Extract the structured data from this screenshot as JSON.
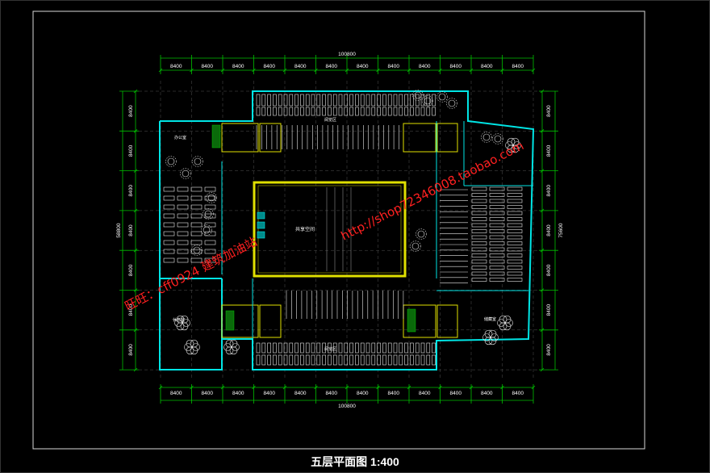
{
  "drawing": {
    "caption": "五层平面图 1:400",
    "top_total": "100800",
    "bottom_total": "100800",
    "top_dims": [
      "8400",
      "8400",
      "8400",
      "8400",
      "8400",
      "8400",
      "8400",
      "8400",
      "8400",
      "8400",
      "8400",
      "8400"
    ],
    "bottom_dims": [
      "8400",
      "8400",
      "8400",
      "8400",
      "8400",
      "8400",
      "8400",
      "8400",
      "8400",
      "8400",
      "8400",
      "8400"
    ],
    "left_dims": [
      "8400",
      "8400",
      "8400",
      "8400",
      "8400",
      "8400",
      "8400"
    ],
    "left_total": "58800",
    "right_dims": [
      "8400",
      "8400",
      "8400",
      "8400",
      "8400",
      "8400",
      "8400"
    ],
    "right_total": "75600",
    "room_labels": {
      "atrium": "共享空间",
      "top_corridor": "阅览区",
      "bottom_corridor": "阅览区",
      "left_top_room": "办公室",
      "left_bottom_room": "休息室",
      "right_bottom_room": "储藏室"
    }
  },
  "watermark": {
    "left_text": "旺旺：cff0924 建筑加油站",
    "right_text": "http://shop72346008.taobao.com"
  },
  "colors": {
    "background": "#000000",
    "wall": "#00e5e5",
    "dimension": "#00c000",
    "furniture": "#ffffff",
    "atrium_frame": "#e0e000",
    "watermark": "#ff2020",
    "caption": "#ffffff"
  }
}
